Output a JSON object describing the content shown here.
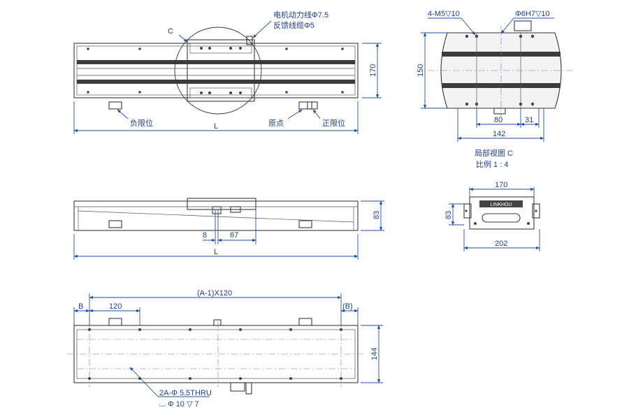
{
  "colors": {
    "dimension": "#1f4fa3",
    "outline": "#3a3a3a",
    "rail": "#3c3c3c",
    "body": "#f2f2f2"
  },
  "top_view": {
    "detail_marker": "C",
    "cable_power": "电机动力线Φ7.5",
    "cable_feedback": "反馈线缆Φ5",
    "height_dim": "170",
    "length_dim": "L",
    "neg_limit": "负限位",
    "origin": "原点",
    "pos_limit": "正限位"
  },
  "end_view": {
    "thread_callout": "4-M5▽10",
    "pin_callout": "Φ6H7▽10",
    "height_dim": "150",
    "dim_80": "80",
    "dim_31": "31",
    "width_dim": "142",
    "caption_title": "局部视图 C",
    "caption_scale": "比例 1 : 4"
  },
  "side_view": {
    "height_dim": "83",
    "dim_8": "8",
    "dim_67": "67",
    "length_dim": "L"
  },
  "section_view": {
    "top_dim": "170",
    "left_dim": "83",
    "bottom_dim": "202",
    "logo_text": "LINKHOU"
  },
  "bottom_view": {
    "pitch_dim": "(A-1)X120",
    "b_left": "B",
    "dim_120": "120",
    "b_right": "(B)",
    "width_dim": "144",
    "hole_callout": "2A-Φ 5.5THRU",
    "cbore_callout": "⌴ Φ 10 ▽ 7"
  }
}
